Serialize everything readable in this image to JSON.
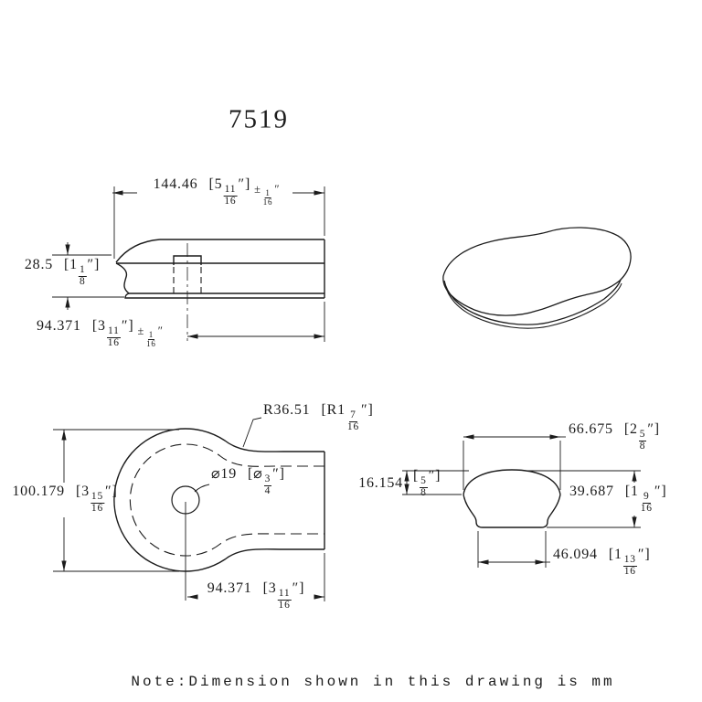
{
  "title": "7519",
  "note": "Note:Dimension shown in this drawing is mm",
  "colors": {
    "line": "#1c1c1c",
    "background": "#ffffff"
  },
  "views": {
    "side": {
      "name": "side view",
      "dims": {
        "overall_length": {
          "mm": "144.46",
          "in": "[5 11/16″]",
          "tol": "±1/16″"
        },
        "cap_height": {
          "mm": "28.5",
          "in": "[1 1/8″]"
        },
        "slot_to_end": {
          "mm": "94.371",
          "in": "[3 11/16″]",
          "tol": "±1/16″"
        }
      }
    },
    "top": {
      "name": "top view",
      "dims": {
        "head_width": {
          "mm": "100.179",
          "in": "[3 15/16″]"
        },
        "neck_fillet_radius": {
          "mm": "R36.51",
          "in": "[R1 7/16″]"
        },
        "hole_diameter": {
          "mm": "⌀19",
          "in": "[⌀3/4″]"
        },
        "hole_to_end": {
          "mm": "94.371",
          "in": "[3 11/16″]"
        }
      }
    },
    "profile": {
      "name": "end profile view",
      "dims": {
        "crown_width": {
          "mm": "66.675",
          "in": "[2 5/8″]"
        },
        "crown_height": {
          "mm": "16.154",
          "in": "[5/8″]"
        },
        "overall_height": {
          "mm": "39.687",
          "in": "[1 9/16″]"
        },
        "base_width": {
          "mm": "46.094",
          "in": "[1 13/16″]"
        }
      }
    },
    "iso": {
      "name": "isometric view"
    }
  }
}
